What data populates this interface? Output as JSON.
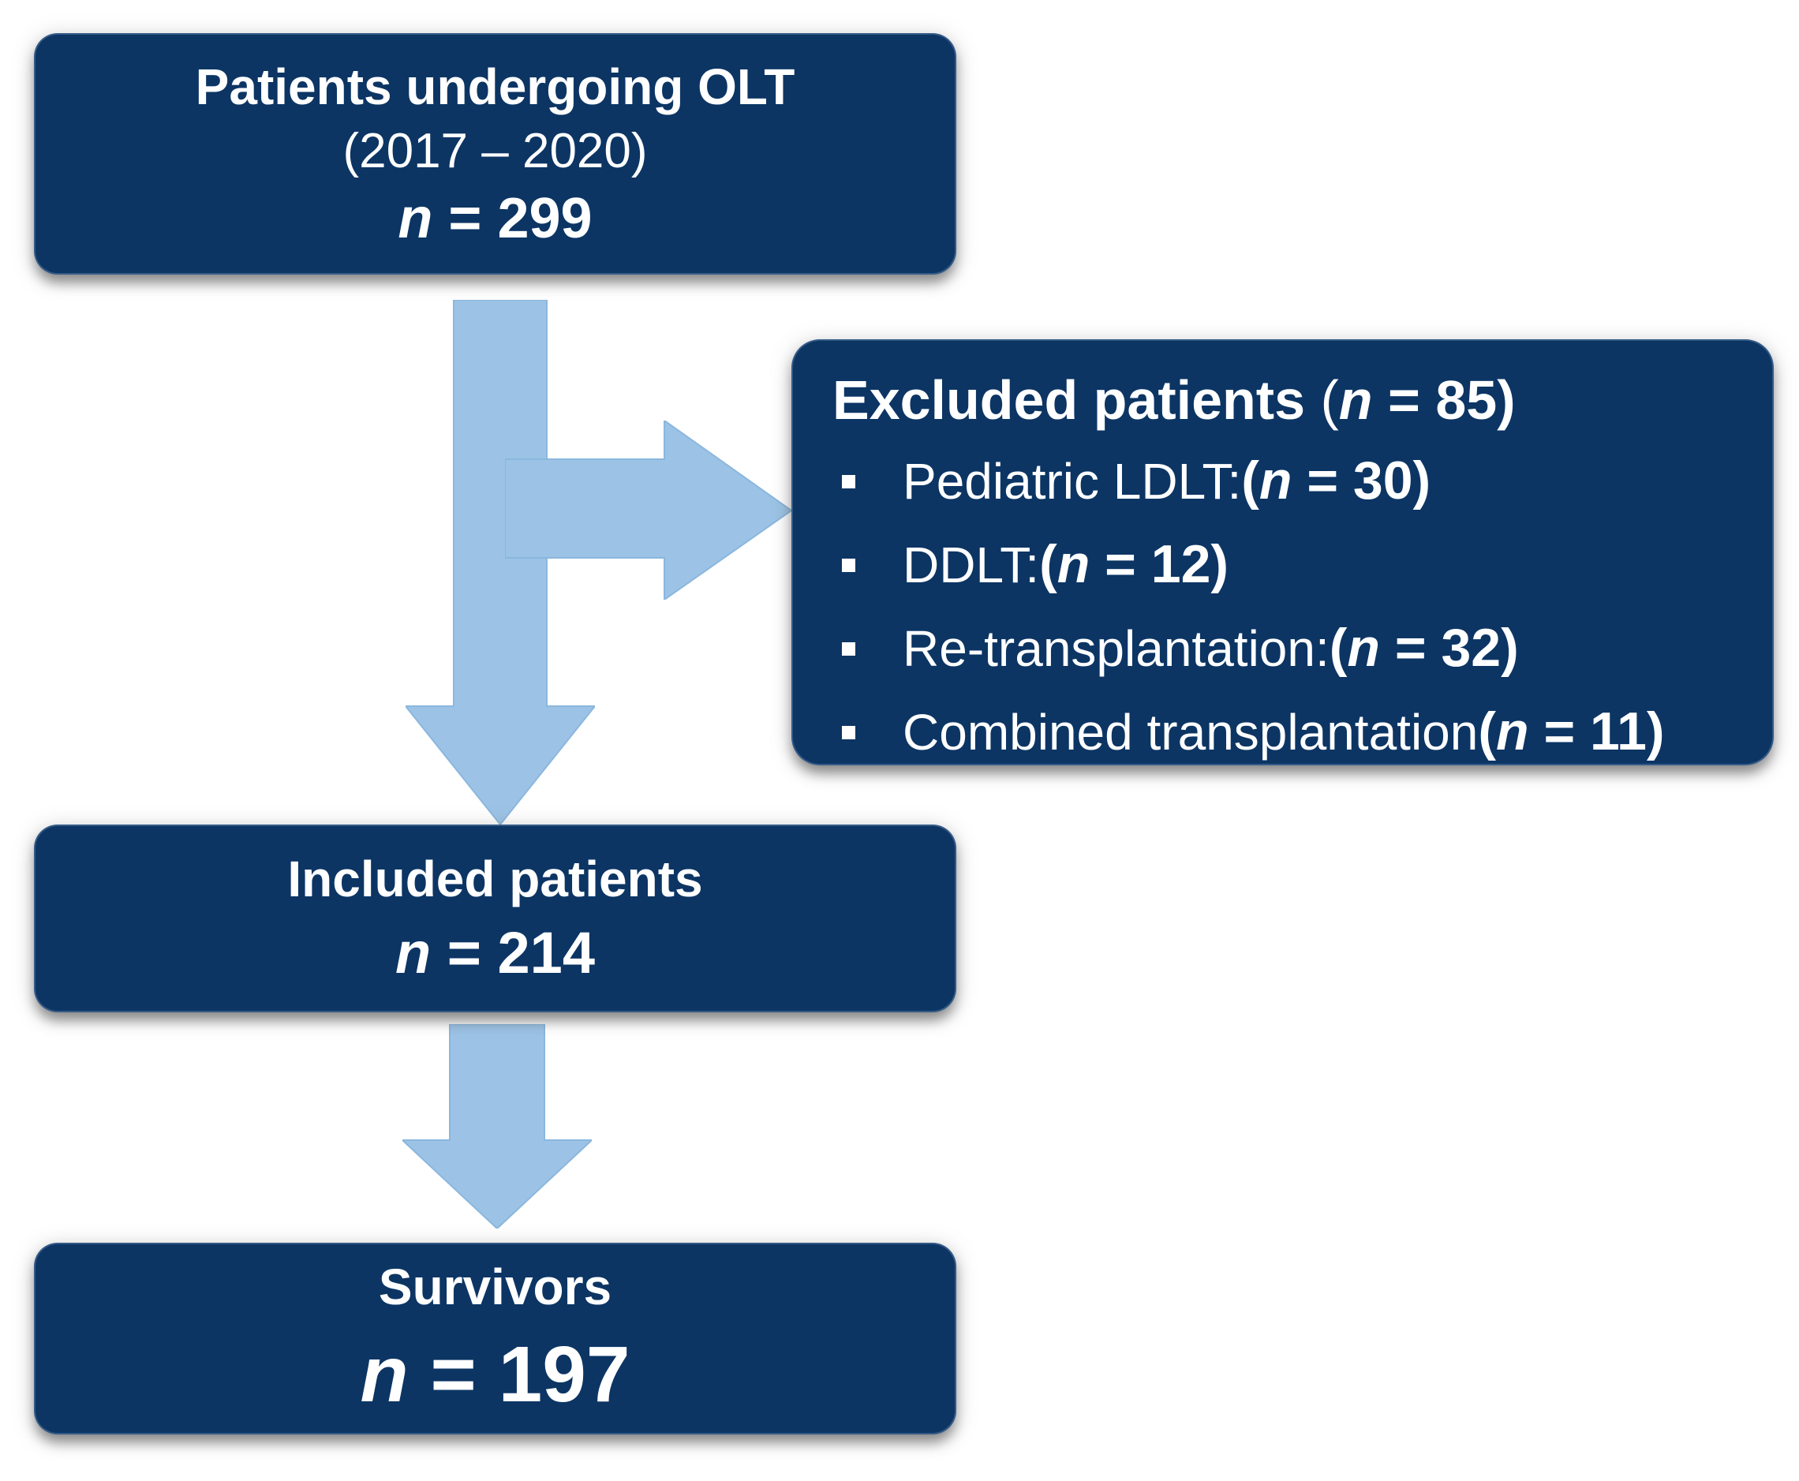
{
  "figure": {
    "background_color": "#ffffff",
    "box_color": "#0c3564",
    "arrow_color": "#9cc3e5",
    "text_color": "#ffffff",
    "bullet_icon": "square"
  },
  "top_box": {
    "line1": "Patients undergoing OLT",
    "line2": "(2017 – 2020)",
    "n_label": "n",
    "n_value": " = 299"
  },
  "excluded_box": {
    "heading_prefix": "Excluded patients ",
    "heading_open": "(",
    "heading_n": "n",
    "heading_suffix": " = 85)",
    "items": [
      {
        "label": "Pediatric LDLT: ",
        "open": "(",
        "n": "n",
        "rest": " = 30)"
      },
      {
        "label": "DDLT: ",
        "open": "(",
        "n": "n",
        "rest": " = 12)"
      },
      {
        "label": "Re-transplantation: ",
        "open": "(",
        "n": "n",
        "rest": " = 32)"
      },
      {
        "label": "Combined transplantation ",
        "open": "(",
        "n": "n",
        "rest": " = 11)"
      }
    ]
  },
  "included_box": {
    "line1": "Included patients",
    "n_label": "n",
    "n_value": " = 214"
  },
  "survivors_box": {
    "line1": "Survivors",
    "n_label": "n",
    "n_value": " = 197"
  }
}
